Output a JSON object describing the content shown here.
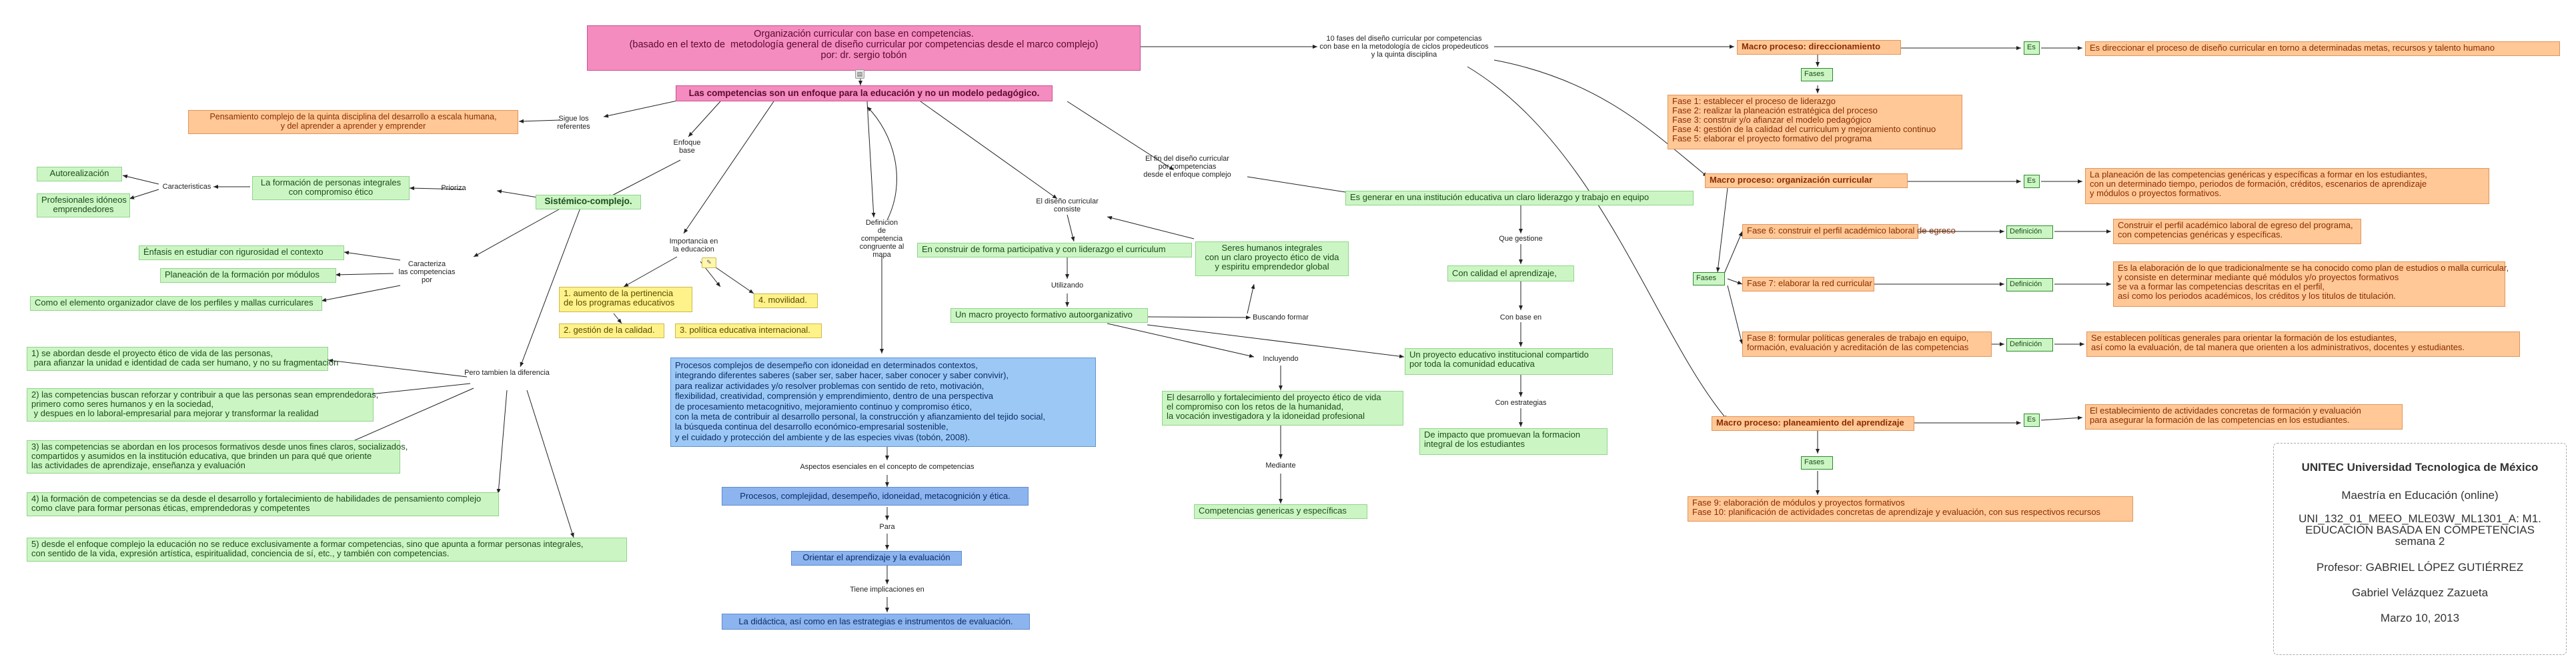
{
  "nodes": {
    "title": "Organización curricular con base en competencias.\n(basado en el texto de  metodología general de diseño curricular por competencias desde el marco complejo)\npor: dr. sergio tobón",
    "enfoque": "Las competencias son un enfoque para la educación y no un modelo pedagógico.",
    "pensamiento": "Pensamiento complejo de la quinta disciplina del desarrollo a escala humana,\ny del aprender a aprender y emprender",
    "autorealizacion": "Autorealización",
    "profesionales": "Profesionales idóneos\nemprendedores",
    "formacion": "La formación de personas integrales\ncon compromiso ético",
    "sistemico": "Sistémico-complejo.",
    "enfasis": "Énfasis en estudiar con rigurosidad el contexto",
    "planeacion_modulos": "Planeación de la formación por módulos",
    "organizador": "Como el elemento organizador clave de los perfiles y mallas curriculares",
    "diff1": "1) se abordan desde el proyecto ético de vida de las personas,\n para afianzar la unidad e identidad de cada ser humano, y no su fragmentación",
    "diff2": "2) las competencias buscan reforzar y contribuir a que las personas sean emprendedoras,\nprimero como seres humanos y en la sociedad,\n y despues en lo laboral-empresarial para mejorar y transformar la realidad",
    "diff3": "3) las competencias se abordan en los procesos formativos desde unos fines claros, socializados,\ncompartidos y asumidos en la institución educativa, que brinden un para qué que oriente\nlas actividades de aprendizaje, enseñanza y evaluación",
    "diff4": "4) la formación de competencias se da desde el desarrollo y fortalecimiento de habilidades de pensamiento complejo\ncomo clave para formar personas éticas, emprendedoras y competentes",
    "diff5": "5) desde el enfoque complejo la educación no se reduce exclusivamente a formar competencias, sino que apunta a formar personas integrales,\ncon sentido de la vida, expresión artística, espiritualidad, conciencia de sí, etc., y también con competencias.",
    "imp1": "1. aumento de la pertinencia\nde los programas educativos",
    "imp2": "2. gestión de la calidad.",
    "imp3": "3. política educativa internacional.",
    "imp4": "4. movilidad.",
    "procesos_complejos": "Procesos complejos de desempeño con idoneidad en determinados contextos,\nintegrando diferentes saberes (saber ser, saber hacer, saber conocer y saber convivir),\npara realizar actividades y/o resolver problemas con sentido de reto, motivación,\nflexibilidad, creatividad, comprensión y emprendimiento, dentro de una perspectiva\nde procesamiento metacognitivo, mejoramiento continuo y compromiso ético,\ncon la meta de contribuir al desarrollo personal, la construcción y afianzamiento del tejido social,\nla búsqueda continua del desarrollo económico-empresarial sostenible,\ny el cuidado y protección del ambiente y de las especies vivas (tobón, 2008).",
    "procesos_idoneidad": "Procesos, complejidad, desempeño, idoneidad, metacognición y ética.",
    "orientar": "Orientar el aprendizaje y la evaluación",
    "didactica": "La didáctica, así como en las estrategias e instrumentos de evaluación.",
    "construir": "En construir de forma participativa y con liderazgo el curriculum",
    "seres": "Seres humanos integrales\ncon un claro proyecto ético de vida\ny espiritu emprendedor global",
    "macro_autoorg": "Un macro proyecto formativo autoorganizativo",
    "desarrollo": "El desarrollo y fortalecimiento del proyecto ético de vida\nel compromiso con los retos de la humanidad,\nla vocación investigadora y la idoneidad profesional",
    "competencias_gen": "Competencias genericas y específicas",
    "generar": "Es generar en una institución educativa un claro liderazgo y trabajo en equipo",
    "calidad": "Con calidad el aprendizaje,",
    "proyecto_inst": "Un proyecto educativo institucional compartido\npor toda la comunidad educativa",
    "impacto": "De impacto que promuevan la formacion\nintegral de los estudiantes",
    "macro1": "Macro proceso: direccionamiento",
    "macro1_def": "Es direccionar el proceso de diseño curricular en torno a determinadas metas, recursos y talento humano",
    "fases1": "Fase 1: establecer el proceso de liderazgo\nFase 2: realizar la planeación estratégica del proceso\nFase 3: construir y/o afianzar el modelo pedagógico\nFase 4: gestión de la calidad del curriculum y mejoramiento continuo\nFase 5: elaborar el proyecto formativo del programa",
    "macro2": "Macro proceso: organización curricular",
    "macro2_def": "La planeación de las competencias genéricas y específicas a formar en los estudiantes,\ncon un determinado tiempo, periodos de formación, créditos, escenarios de aprendizaje\ny módulos o proyectos formativos.",
    "fase6": "Fase 6: construir el perfil académico laboral de egreso",
    "fase6_def": "Construir el perfil académico laboral de egreso del programa,\ncon competencias genéricas y específicas.",
    "fase7": "Fase 7: elaborar la red curricular",
    "fase7_def": "Es la elaboración de lo que tradicionalmente se ha conocido como plan de estudios o malla curricular,\ny consiste en determinar mediante qué módulos y/o proyectos formativos\nse va a formar las competencias descritas en el perfil,\nasí como los periodos académicos, los créditos y los titulos de titulación.",
    "fase8": "Fase 8: formular políticas generales de trabajo en equipo,\nformación, evaluación y acreditación de las competencias",
    "fase8_def": "Se establecen políticas generales para orientar la formación de los estudiantes,\nasí como la evaluación, de tal manera que orienten a los administrativos, docentes y estudiantes.",
    "macro3": "Macro proceso: planeamiento del aprendizaje",
    "macro3_def": "El establecimiento de actividades concretas de formación y evaluación\npara asegurar la formación de las competencias en los estudiantes.",
    "fases3": "Fase 9: elaboración de módulos y proyectos formativos\nFase 10: planificación de actividades concretas de aprendizaje y evaluación, con sus respectivos recursos"
  },
  "small": {
    "es": "Es",
    "fases": "Fases",
    "definicion": "Definición"
  },
  "labels": {
    "sigue": "Sigue los\nreferentes",
    "enfoque_base": "Enfoque\nbase",
    "caracteristicas": "Caracteristicas",
    "prioriza": "Prioriza",
    "caracteriza": "Caracteriza\nlas competencias\npor",
    "pero": "Pero tambien la diferencia",
    "importancia": "Importancia en\nla educacion",
    "definicion_comp": "Definicion\nde\ncompetencia\ncongruente al\nmapa",
    "aspectos": "Aspectos esenciales en el concepto de competencias",
    "para": "Para",
    "tiene": "Tiene implicaciones en",
    "diseno_consiste": "El diseño curricular\nconsiste",
    "utilizando": "Utilizando",
    "buscando": "Buscando formar",
    "incluyendo": "Incluyendo",
    "mediante": "Mediante",
    "fin": "El fin del diseño curricular\npor competencias\ndesde el enfoque complejo",
    "fases_top": "10 fases del diseño curricular por competencias\ncon base en la metodología de ciclos propedeuticos\ny la quinta disciplina",
    "que_gestione": "Que gestione",
    "con_base": "Con base en",
    "con_estrategias": "Con estrategias"
  },
  "info": {
    "university": "UNITEC Universidad Tecnologica de México",
    "program": "Maestría en Educación (online)",
    "course": "UNI_132_01_MEEO_MLE03W_ML1301_A: M1.\nEDUCACIÓN BASADA EN COMPETENCIAS\nsemana 2",
    "professor": "Profesor: GABRIEL LÓPEZ GUTIÉRREZ",
    "student": "Gabriel Velázquez Zazueta",
    "date": "Marzo 10, 2013"
  },
  "colors": {
    "green": "#ccf5c4",
    "orange": "#ffc896",
    "pink": "#f58cc0",
    "yellow": "#fff28a",
    "blue": "#9cc8f5"
  }
}
